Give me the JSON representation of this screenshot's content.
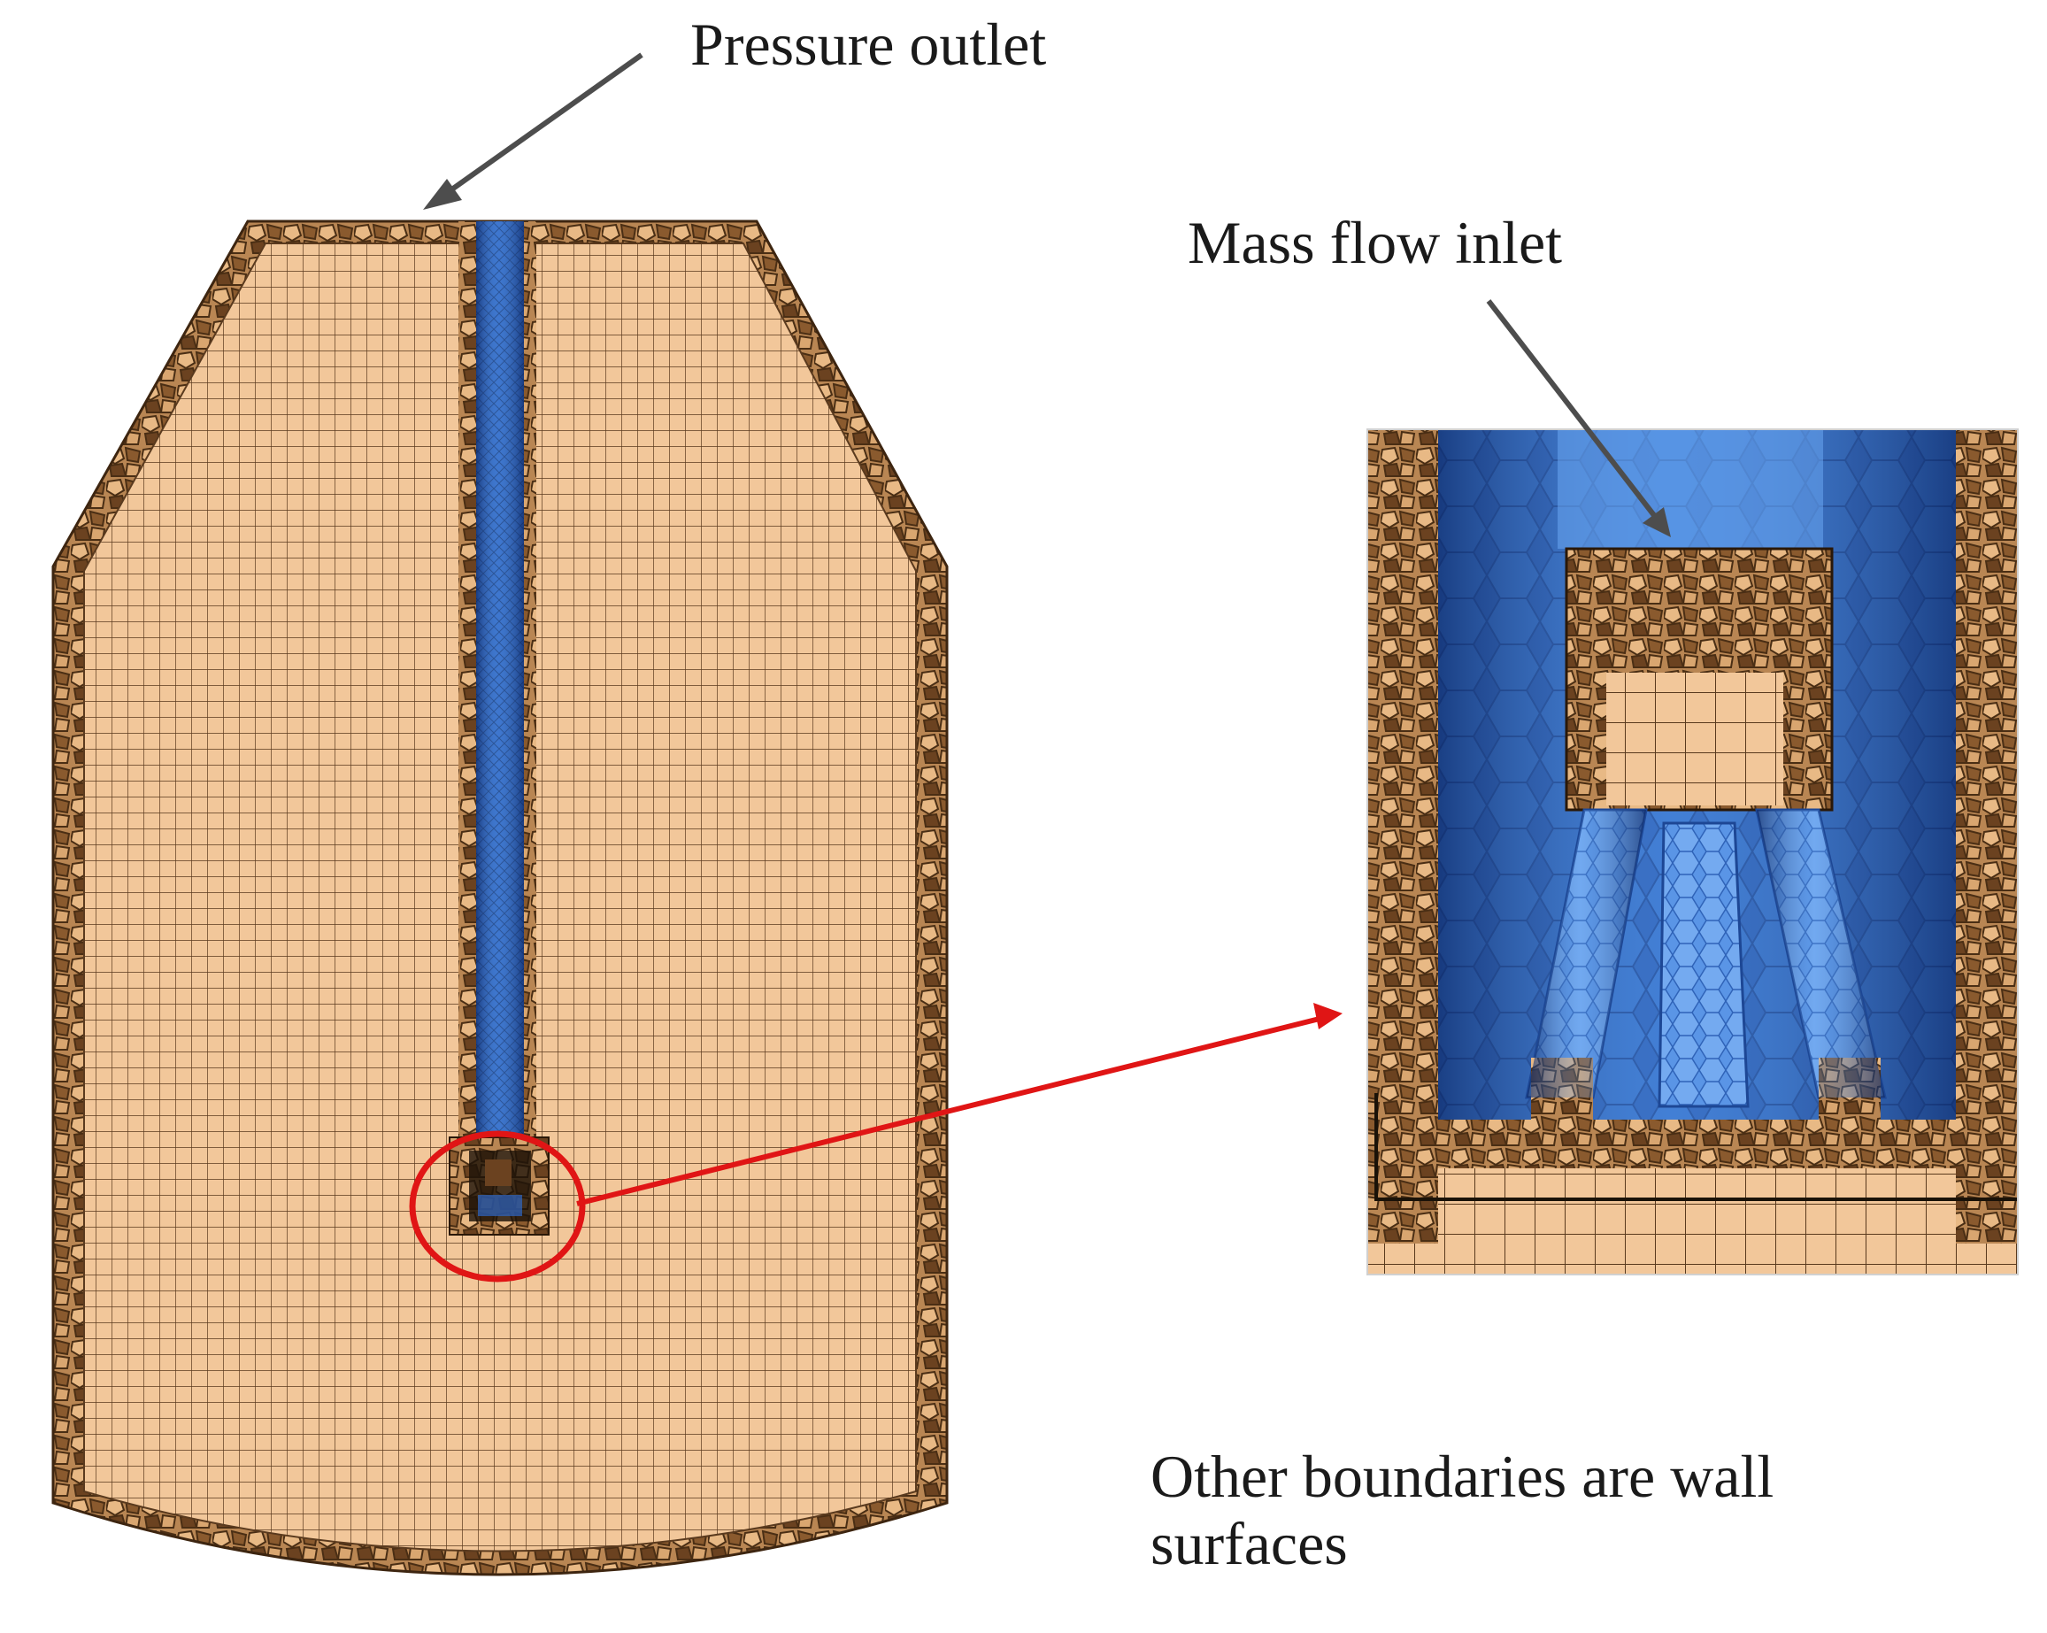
{
  "labels": {
    "pressure_outlet": "Pressure outlet",
    "mass_flow_inlet": "Mass flow inlet",
    "other_boundaries": "Other boundaries are wall surfaces"
  },
  "colors": {
    "mesh_fill": "#f2c79a",
    "mesh_line": "#5a3a1e",
    "poly_dark": "#7a4f28",
    "poly_mid": "#a87544",
    "blue_dark": "#1a3f8f",
    "blue_mid": "#2f67c4",
    "blue_light": "#6aa6f0",
    "highlight": "#e01515",
    "arrow": "#4d4d4d"
  },
  "icons": {
    "outlet_arrow": "arrow-icon",
    "inlet_arrow": "arrow-icon",
    "zoom_arrow": "arrow-icon"
  }
}
